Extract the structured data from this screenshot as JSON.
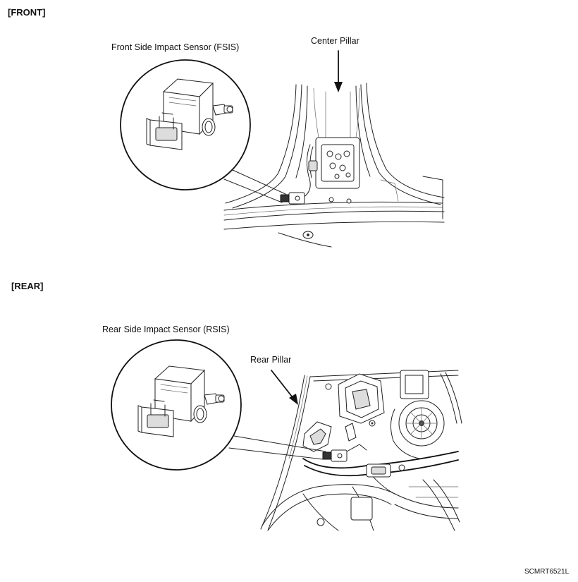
{
  "sections": {
    "front": {
      "heading": "[FRONT]",
      "sensor_label": "Front Side Impact Sensor (FSIS)",
      "pillar_label": "Center Pillar"
    },
    "rear": {
      "heading": "[REAR]",
      "sensor_label": "Rear Side Impact Sensor (RSIS)",
      "pillar_label": "Rear Pillar"
    }
  },
  "figure_code": "SCMRT6521L"
}
